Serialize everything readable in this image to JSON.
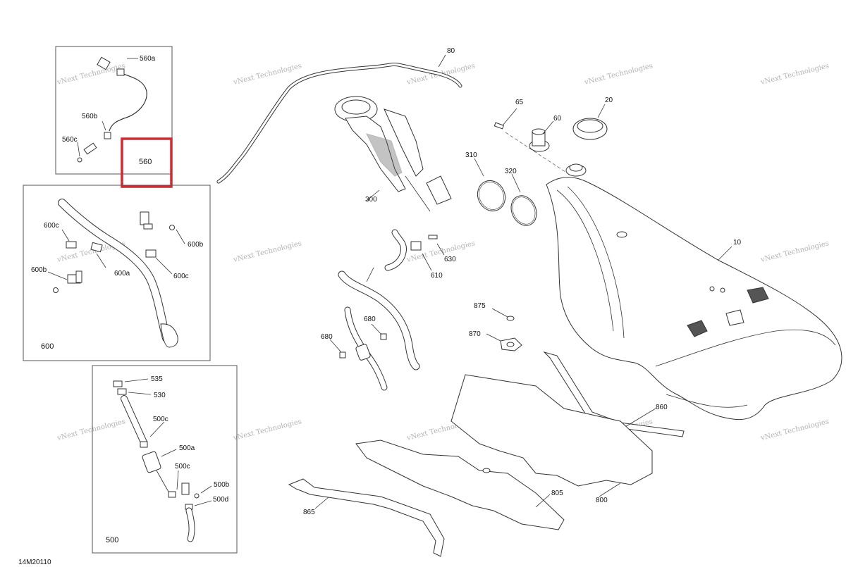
{
  "diagram_code": "14M20110",
  "watermark": "vNext Technologies",
  "highlight_color": "#d6282f",
  "boxes": {
    "b560": {
      "number": "560"
    },
    "b600": {
      "number": "600"
    },
    "b500": {
      "number": "500"
    }
  },
  "labels": {
    "l560a": "560a",
    "l560b": "560b",
    "l560c": "560c",
    "l560_highlight": "560",
    "l600c_left": "600c",
    "l600b_left": "600b",
    "l600a": "600a",
    "l600b_right": "600b",
    "l600c_right": "600c",
    "l535": "535",
    "l530": "530",
    "l500c_top": "500c",
    "l500a": "500a",
    "l500c_bot": "500c",
    "l500b": "500b",
    "l500d": "500d",
    "l80": "80",
    "l300": "300",
    "l65": "65",
    "l60": "60",
    "l20": "20",
    "l310": "310",
    "l320": "320",
    "l10": "10",
    "l630": "630",
    "l610": "610",
    "l680_right": "680",
    "l680_left": "680",
    "l875": "875",
    "l870": "870",
    "l860": "860",
    "l805": "805",
    "l800": "800",
    "l865": "865"
  }
}
